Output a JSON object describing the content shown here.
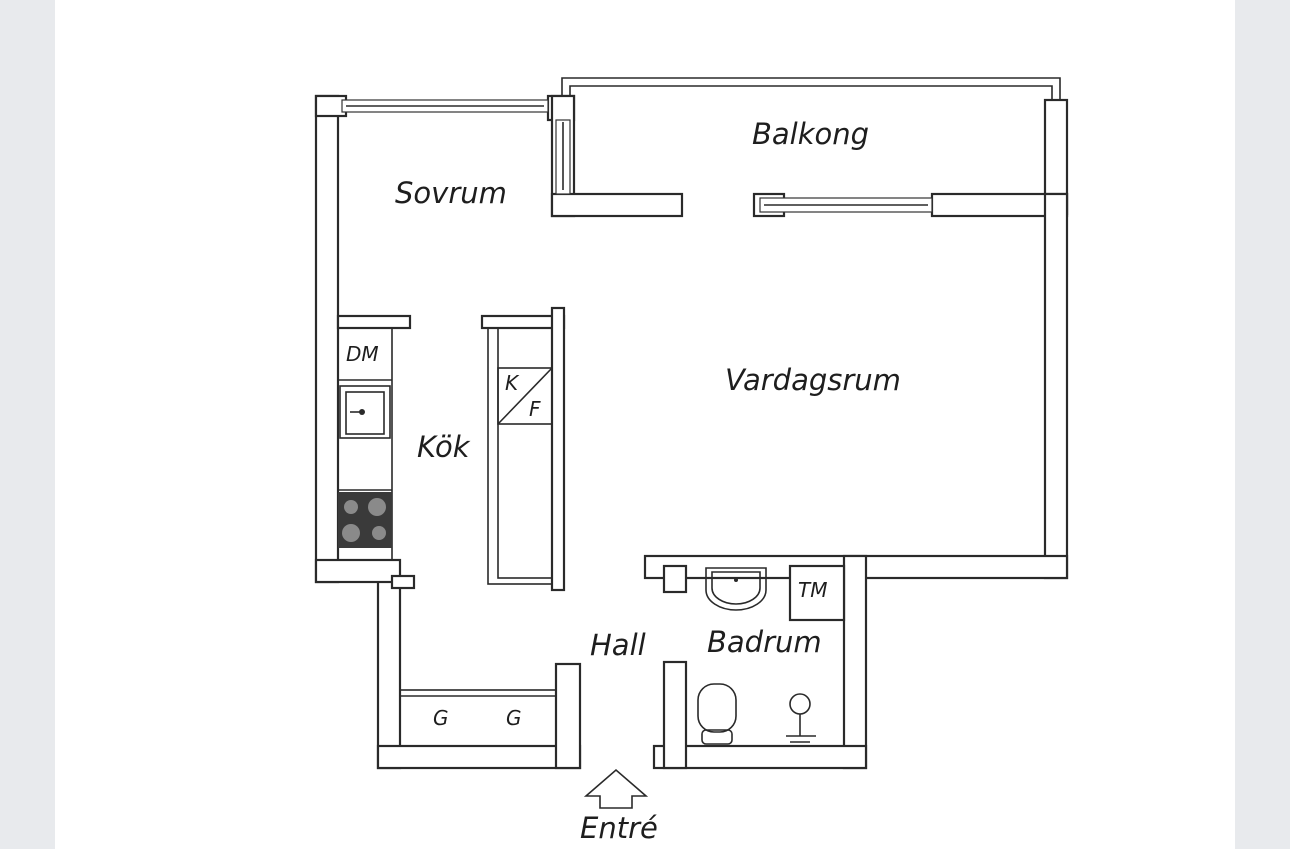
{
  "rooms": {
    "balkong": "Balkong",
    "sovrum": "Sovrum",
    "vardagsrum": "Vardagsrum",
    "kok": "Kök",
    "hall": "Hall",
    "badrum": "Badrum",
    "entre": "Entré"
  },
  "fixtures": {
    "dm": "DM",
    "k": "K",
    "f": "F",
    "tm": "TM",
    "g1": "G",
    "g2": "G"
  },
  "colors": {
    "background": "#e8eaed",
    "paper": "#ffffff",
    "line": "#2a2a2a",
    "stove": "#3a3a3a"
  }
}
